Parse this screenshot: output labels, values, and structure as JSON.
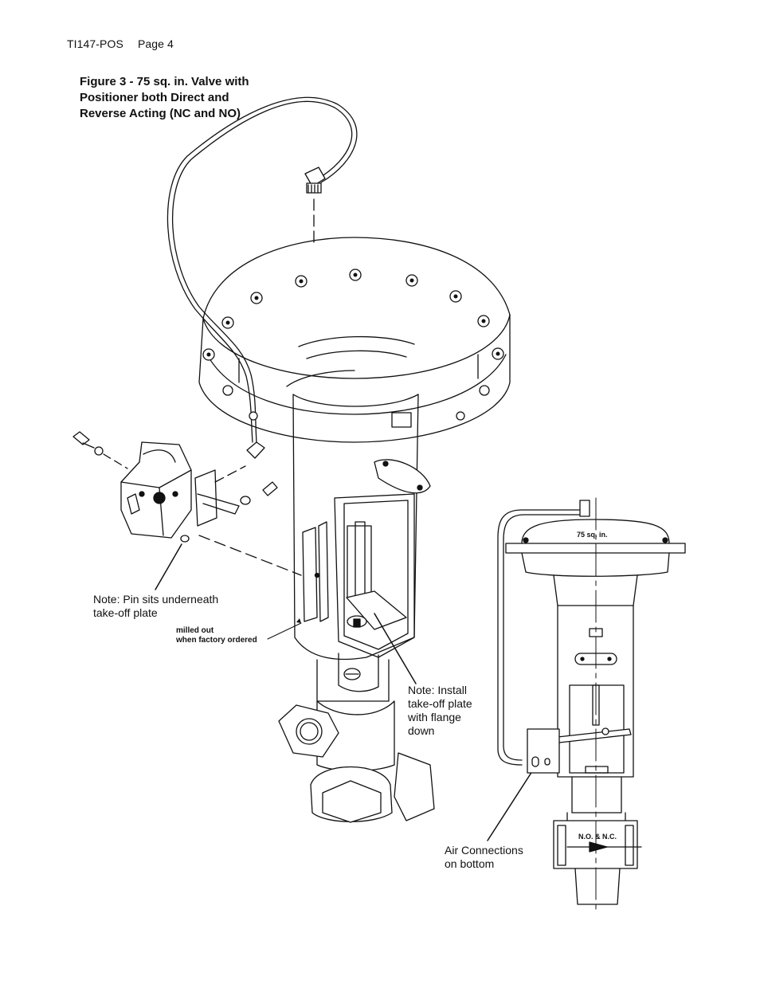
{
  "header": {
    "doc_id": "TI147-POS",
    "page": "Page 4"
  },
  "figure": {
    "title_line1": "Figure 3 - 75 sq. in. Valve with",
    "title_line2": "Positioner both Direct and",
    "title_line3": "Reverse Acting (NC and NO)"
  },
  "callouts": {
    "pin_line1": "Note: Pin sits underneath",
    "pin_line2": "take-off plate",
    "milled_line1": "milled out",
    "milled_line2": "when factory ordered",
    "install_line1": "Note: Install",
    "install_line2": "take-off plate",
    "install_line3": "with flange",
    "install_line4": "down",
    "air_line1": "Air Connections",
    "air_line2": "on bottom"
  },
  "side_view": {
    "actuator_label": "75 sq. in.",
    "body_label": "N.O. & N.C."
  }
}
